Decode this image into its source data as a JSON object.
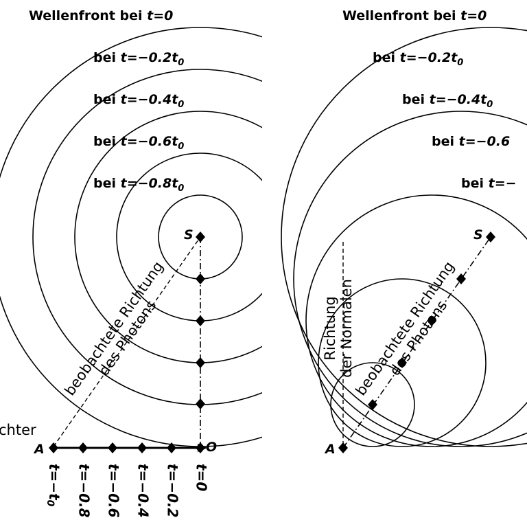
{
  "left_panel": {
    "wavefront_labels": [
      {
        "pre": "Wellenfront bei ",
        "math": "t=0",
        "sub": ""
      },
      {
        "pre": "bei ",
        "math": "t=−0.2t",
        "sub": "0"
      },
      {
        "pre": "bei ",
        "math": "t=−0.4t",
        "sub": "0"
      },
      {
        "pre": "bei ",
        "math": "t=−0.6t",
        "sub": "0"
      },
      {
        "pre": "bei ",
        "math": "t=−0.8t",
        "sub": "0"
      }
    ],
    "source_label": "S",
    "origin_label": "O",
    "observer_point_label": "A",
    "observer_word": "chter",
    "direction_label": {
      "line1": "beobachtete Richtung",
      "line2": "des Photons"
    },
    "time_labels": [
      {
        "main": "t=−t",
        "sub": "0"
      },
      {
        "main": "t=−0.8",
        "sub": ""
      },
      {
        "main": "t=−0.6",
        "sub": ""
      },
      {
        "main": "t=−0.4",
        "sub": ""
      },
      {
        "main": "t=−0.2",
        "sub": ""
      },
      {
        "main": "t=0",
        "sub": ""
      }
    ]
  },
  "right_panel": {
    "wavefront_labels": [
      {
        "pre": "Wellenfront bei ",
        "math": "t=0",
        "sub": ""
      },
      {
        "pre": "bei ",
        "math": "t=−0.2t",
        "sub": "0"
      },
      {
        "pre": "bei ",
        "math": "t=−0.4t",
        "sub": "0"
      },
      {
        "pre": "bei ",
        "math": "t=−0.6",
        "sub": ""
      },
      {
        "pre": "bei ",
        "math": "t=−",
        "sub": ""
      }
    ],
    "source_label": "S",
    "observer_point_label": "A",
    "normal_label": {
      "line1": "Richtung",
      "line2": "der Normalen"
    },
    "direction_label": {
      "line1": "beobachtete Richtung",
      "line2": "des Photons"
    }
  }
}
